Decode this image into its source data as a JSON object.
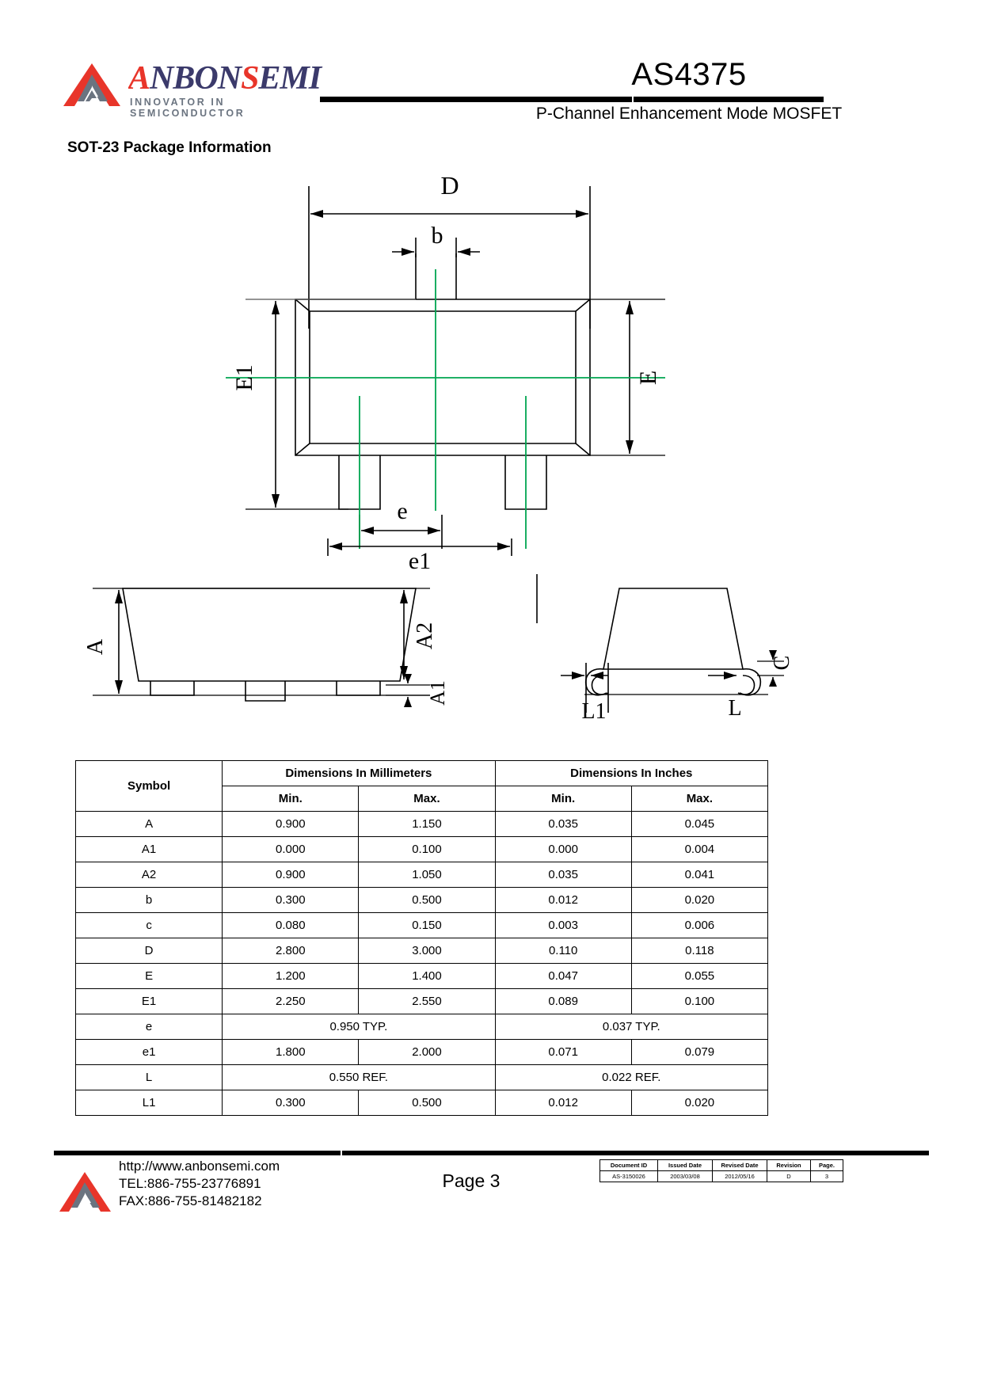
{
  "header": {
    "logo_word": "ANBONSEMI",
    "logo_tagline": "INNOVATOR IN SEMICONDUCTOR",
    "logo_reg": "",
    "part_number": "AS4375",
    "subtitle": "P-Channel Enhancement Mode MOSFET"
  },
  "section": {
    "title": "SOT-23 Package Information"
  },
  "drawings": {
    "top_view": {
      "labels": {
        "D": "D",
        "b": "b",
        "E1": "E1",
        "E": "E",
        "e": "e",
        "e1": "e1"
      }
    },
    "side_view": {
      "labels": {
        "A": "A",
        "A1": "A1",
        "A2": "A2"
      }
    },
    "end_view": {
      "labels": {
        "C": "C",
        "L": "L",
        "L1": "L1"
      }
    }
  },
  "dimension_table": {
    "symbol_header": "Symbol",
    "group_headers": [
      "Dimensions In Millimeters",
      "Dimensions In Inches"
    ],
    "sub_headers": [
      "Min.",
      "Max.",
      "Min.",
      "Max."
    ],
    "rows": [
      {
        "symbol": "A",
        "mm_min": "0.900",
        "mm_max": "1.150",
        "in_min": "0.035",
        "in_max": "0.045",
        "span": false
      },
      {
        "symbol": "A1",
        "mm_min": "0.000",
        "mm_max": "0.100",
        "in_min": "0.000",
        "in_max": "0.004",
        "span": false
      },
      {
        "symbol": "A2",
        "mm_min": "0.900",
        "mm_max": "1.050",
        "in_min": "0.035",
        "in_max": "0.041",
        "span": false
      },
      {
        "symbol": "b",
        "mm_min": "0.300",
        "mm_max": "0.500",
        "in_min": "0.012",
        "in_max": "0.020",
        "span": false
      },
      {
        "symbol": "c",
        "mm_min": "0.080",
        "mm_max": "0.150",
        "in_min": "0.003",
        "in_max": "0.006",
        "span": false
      },
      {
        "symbol": "D",
        "mm_min": "2.800",
        "mm_max": "3.000",
        "in_min": "0.110",
        "in_max": "0.118",
        "span": false
      },
      {
        "symbol": "E",
        "mm_min": "1.200",
        "mm_max": "1.400",
        "in_min": "0.047",
        "in_max": "0.055",
        "span": false
      },
      {
        "symbol": "E1",
        "mm_min": "2.250",
        "mm_max": "2.550",
        "in_min": "0.089",
        "in_max": "0.100",
        "span": false
      },
      {
        "symbol": "e",
        "mm_span": "0.950 TYP.",
        "in_span": "0.037 TYP.",
        "span": true
      },
      {
        "symbol": "e1",
        "mm_min": "1.800",
        "mm_max": "2.000",
        "in_min": "0.071",
        "in_max": "0.079",
        "span": false
      },
      {
        "symbol": "L",
        "mm_span": "0.550 REF.",
        "in_span": "0.022 REF.",
        "span": true
      },
      {
        "symbol": "L1",
        "mm_min": "0.300",
        "mm_max": "0.500",
        "in_min": "0.012",
        "in_max": "0.020",
        "span": false
      }
    ]
  },
  "footer": {
    "website": "http://www.anbonsemi.com",
    "tel": "TEL:886-755-23776891",
    "fax": "FAX:886-755-81482182",
    "page": "Page 3",
    "doc_table": {
      "headers": [
        "Document ID",
        "Issued Date",
        "Revised Date",
        "Revision",
        "Page."
      ],
      "values": [
        "AS-3150026",
        "2003/03/08",
        "2012/05/16",
        "D",
        "3"
      ]
    }
  },
  "colors": {
    "logo_red": "#e8352a",
    "logo_navy": "#3b3a6b",
    "logo_gray": "#6b7480",
    "centerline_green": "#00a550",
    "rule_black": "#000000"
  }
}
